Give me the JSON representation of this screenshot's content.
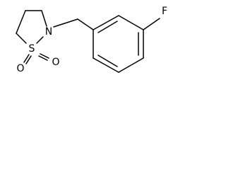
{
  "molecule": {
    "atoms": {
      "nitrogen": "N",
      "sulfur": "S",
      "oxygen_left": "O",
      "oxygen_right": "O",
      "fluorine": "F"
    }
  }
}
